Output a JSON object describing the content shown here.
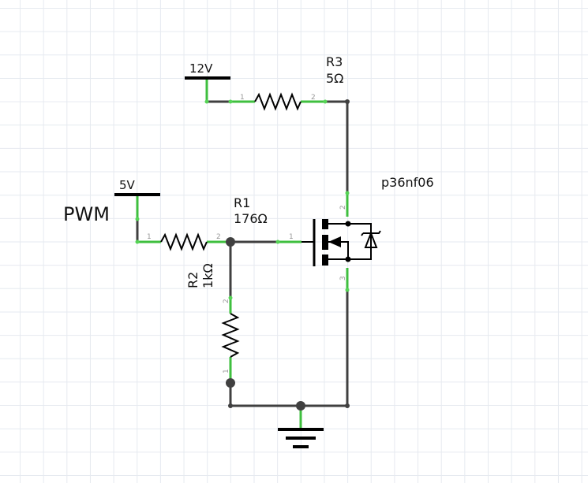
{
  "schematic": {
    "colors": {
      "wire": "#404040",
      "pin_green": "#3fbf3f",
      "grid": "#e6eaf0",
      "symbol": "#000000"
    },
    "labels": {
      "v12": "12V",
      "v5": "5V",
      "pwm": "PWM",
      "r3_name": "R3",
      "r3_value": "5Ω",
      "r1_name": "R1",
      "r1_value": "176Ω",
      "r2_name": "R2",
      "r2_value": "1kΩ",
      "mosfet": "p36nf06"
    },
    "pins": {
      "r3_pin1": "1",
      "r3_pin2": "2",
      "r2_pin1": "1",
      "r2_pin2": "2",
      "r1_pin1": "1",
      "r1_pin2": "2",
      "q_gate": "1",
      "q_drain": "2",
      "q_source": "3"
    }
  }
}
